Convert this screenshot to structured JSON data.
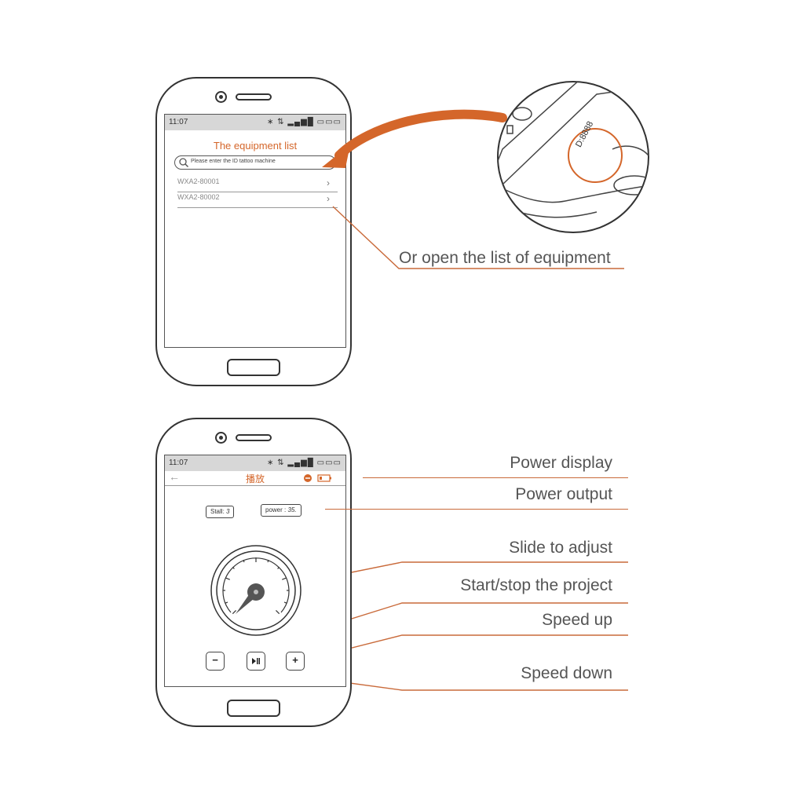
{
  "phone1": {
    "status_time": "11:07",
    "status_icons": "∗ ⇅ ▂▄▆█ ▭▭▭",
    "title": "The equipment list",
    "search_placeholder": "Please enter the ID tattoo machine",
    "devices": [
      "WXA2-80001",
      "WXA2-80002"
    ]
  },
  "zoom": {
    "id_text": "D:8888"
  },
  "phone2": {
    "status_time": "11:07",
    "status_icons": "∗ ⇅ ▂▄▆█ ▭▭▭",
    "title": "播放",
    "stall_label": "Stall:",
    "stall_value": "3",
    "power_label": "power :",
    "power_value": "35.",
    "minus_label": "−",
    "plus_label": "+"
  },
  "annotations": {
    "open_list": "Or open the list of equipment",
    "power_display": "Power display",
    "power_output": "Power output",
    "slide_adjust": "Slide to adjust",
    "start_stop": "Start/stop the project",
    "speed_up": "Speed up",
    "speed_down": "Speed down"
  },
  "colors": {
    "accent": "#d4662a",
    "callout_line": "#c96a3a"
  }
}
